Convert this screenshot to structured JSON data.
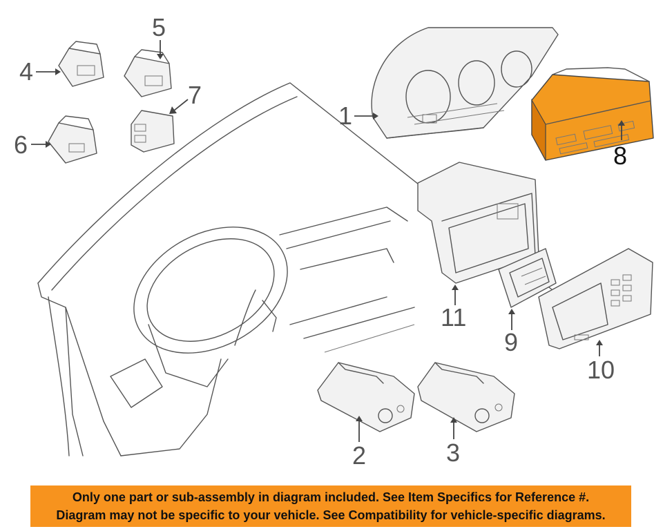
{
  "diagram": {
    "callouts": [
      "1",
      "2",
      "3",
      "4",
      "5",
      "6",
      "7",
      "8",
      "9",
      "10",
      "11"
    ],
    "highlighted_part": "8",
    "highlight_color": "#f39a1f"
  },
  "banner": {
    "line1": "Only one part or sub-assembly in diagram included. See Item Specifics for Reference #.",
    "line2": "Diagram may not be specific to your vehicle. See Compatibility for vehicle-specific diagrams.",
    "color": "#f7931e"
  }
}
